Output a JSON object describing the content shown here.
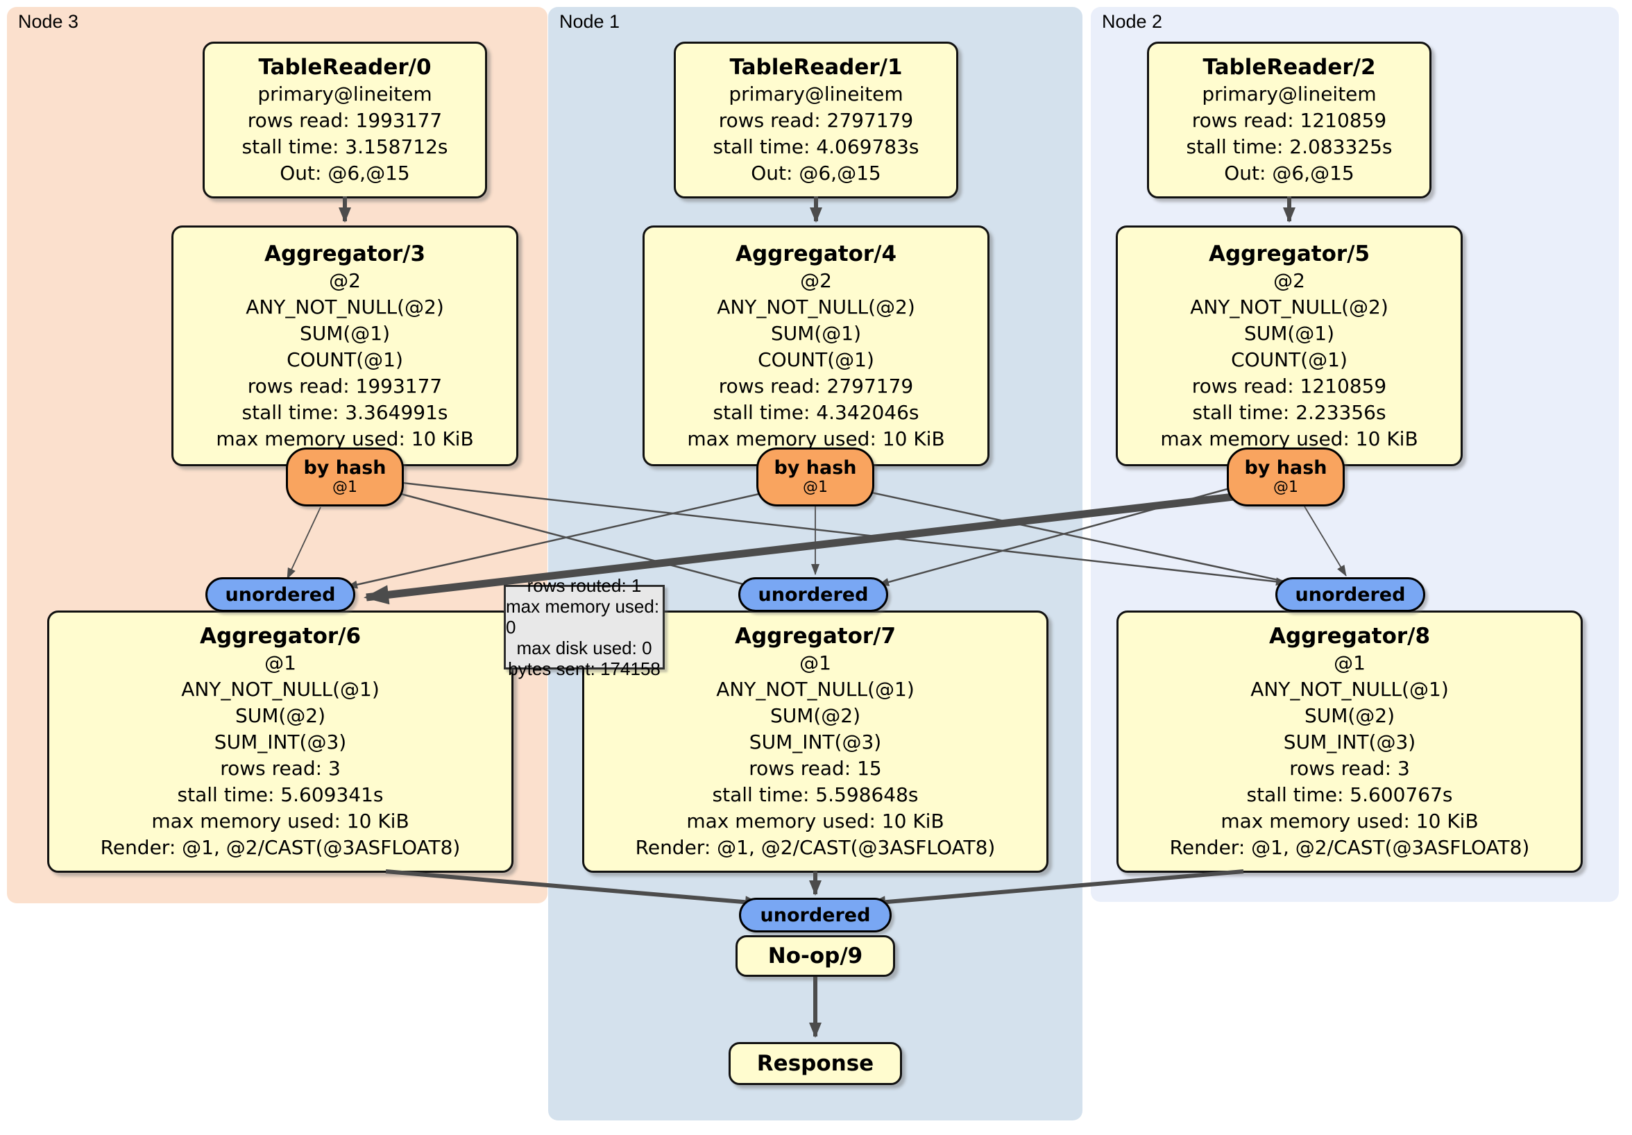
{
  "panels": [
    {
      "label": "Node 3",
      "table_reader": {
        "title": "TableReader/0",
        "lines": [
          "primary@lineitem",
          "rows read: 1993177",
          "stall time: 3.158712s",
          "Out: @6,@15"
        ]
      },
      "aggregator_top": {
        "title": "Aggregator/3",
        "lines": [
          "@2",
          "ANY_NOT_NULL(@2)",
          "SUM(@1)",
          "COUNT(@1)",
          "rows read: 1993177",
          "stall time: 3.364991s",
          "max memory used: 10 KiB"
        ]
      },
      "router": {
        "label": "by hash",
        "detail": "@1"
      },
      "stream_label": "unordered",
      "aggregator_bottom": {
        "title": "Aggregator/6",
        "lines": [
          "@1",
          "ANY_NOT_NULL(@1)",
          "SUM(@2)",
          "SUM_INT(@3)",
          "rows read: 3",
          "stall time: 5.609341s",
          "max memory used: 10 KiB",
          "Render: @1, @2/CAST(@3ASFLOAT8)"
        ]
      }
    },
    {
      "label": "Node 1",
      "table_reader": {
        "title": "TableReader/1",
        "lines": [
          "primary@lineitem",
          "rows read: 2797179",
          "stall time: 4.069783s",
          "Out: @6,@15"
        ]
      },
      "aggregator_top": {
        "title": "Aggregator/4",
        "lines": [
          "@2",
          "ANY_NOT_NULL(@2)",
          "SUM(@1)",
          "COUNT(@1)",
          "rows read: 2797179",
          "stall time: 4.342046s",
          "max memory used: 10 KiB"
        ]
      },
      "router": {
        "label": "by hash",
        "detail": "@1"
      },
      "stream_label": "unordered",
      "aggregator_bottom": {
        "title": "Aggregator/7",
        "lines": [
          "@1",
          "ANY_NOT_NULL(@1)",
          "SUM(@2)",
          "SUM_INT(@3)",
          "rows read: 15",
          "stall time: 5.598648s",
          "max memory used: 10 KiB",
          "Render: @1, @2/CAST(@3ASFLOAT8)"
        ]
      }
    },
    {
      "label": "Node 2",
      "table_reader": {
        "title": "TableReader/2",
        "lines": [
          "primary@lineitem",
          "rows read: 1210859",
          "stall time: 2.083325s",
          "Out: @6,@15"
        ]
      },
      "aggregator_top": {
        "title": "Aggregator/5",
        "lines": [
          "@2",
          "ANY_NOT_NULL(@2)",
          "SUM(@1)",
          "COUNT(@1)",
          "rows read: 1210859",
          "stall time: 2.23356s",
          "max memory used: 10 KiB"
        ]
      },
      "router": {
        "label": "by hash",
        "detail": "@1"
      },
      "stream_label": "unordered",
      "aggregator_bottom": {
        "title": "Aggregator/8",
        "lines": [
          "@1",
          "ANY_NOT_NULL(@1)",
          "SUM(@2)",
          "SUM_INT(@3)",
          "rows read: 3",
          "stall time: 5.600767s",
          "max memory used: 10 KiB",
          "Render: @1, @2/CAST(@3ASFLOAT8)"
        ]
      }
    }
  ],
  "tooltip": {
    "lines": [
      "rows routed: 1",
      "max memory used: 0",
      "max disk used: 0",
      "bytes sent: 174158"
    ]
  },
  "final": {
    "stream_label": "unordered",
    "noop_title": "No-op/9",
    "response_title": "Response"
  },
  "colors": {
    "node3_bg": "#fbe0cd",
    "node1_bg": "#d4e1ed",
    "node2_bg": "#eaeffa",
    "box_bg": "#fffccf",
    "router_bg": "#f9a45f",
    "stream_bg": "#79a7f3",
    "edge": "#4c4c4c",
    "tooltip_bg": "#e8e8e8"
  }
}
